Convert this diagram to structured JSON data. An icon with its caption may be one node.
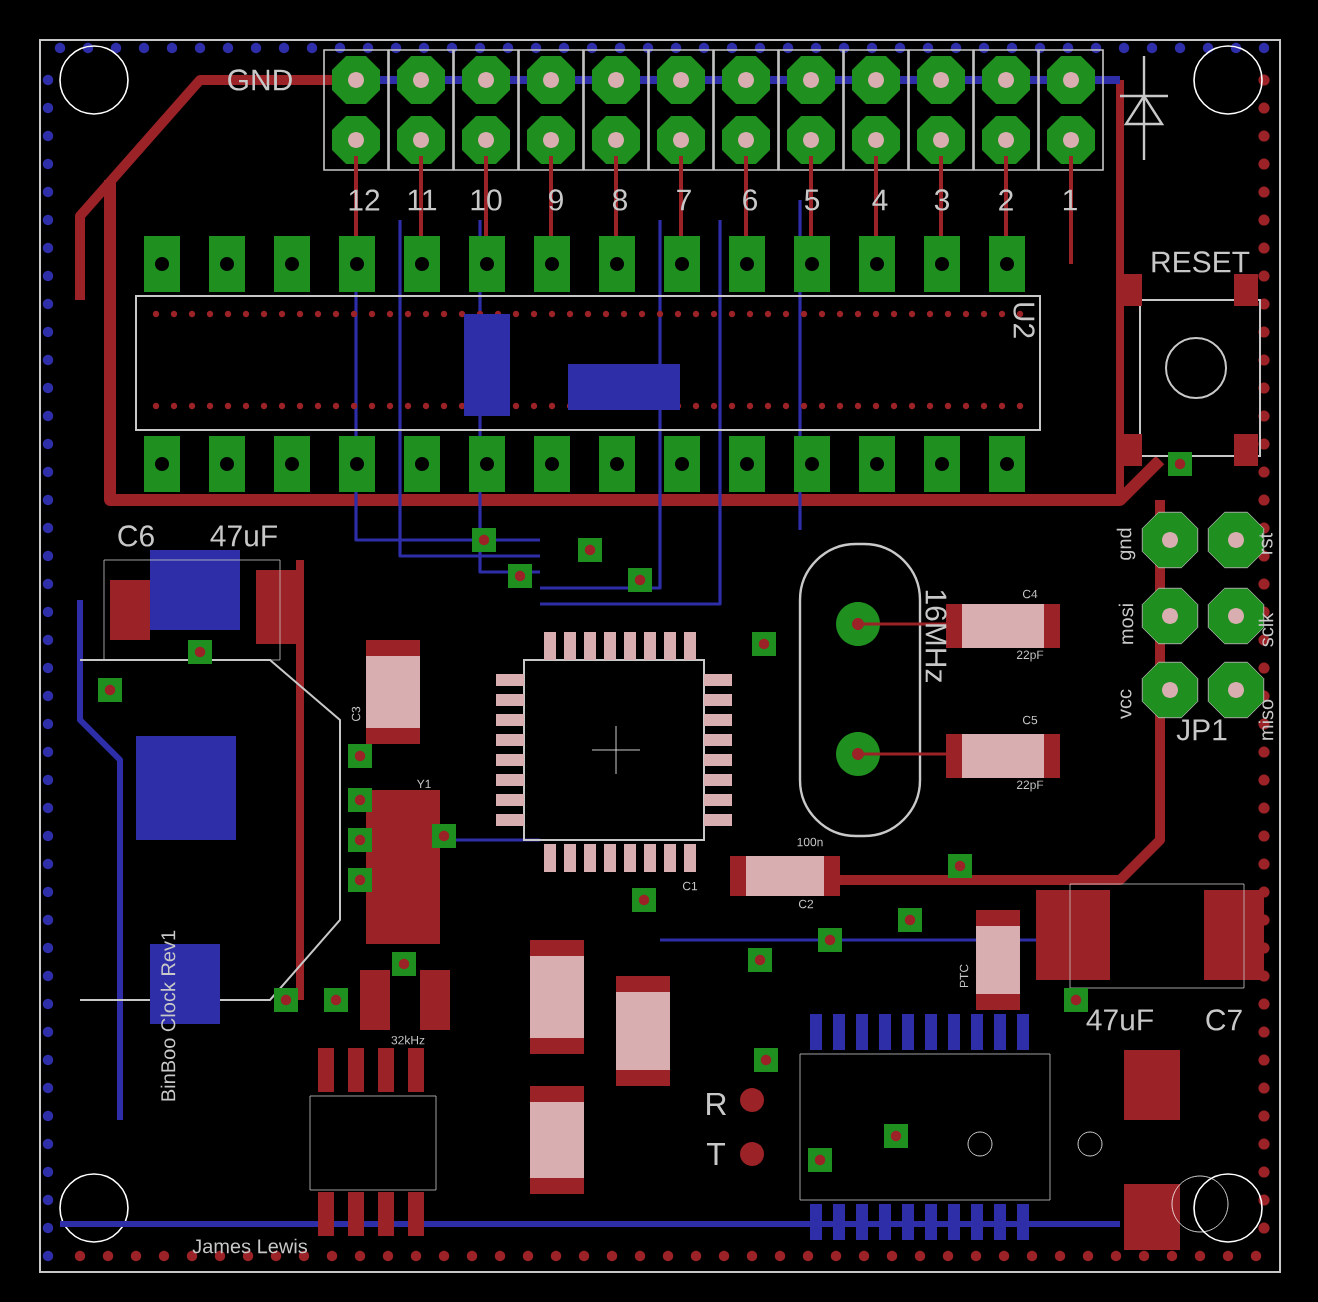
{
  "diagram": {
    "labels": [
      "GND",
      "12",
      "11",
      "10",
      "9",
      "8",
      "7",
      "6",
      "5",
      "4",
      "3",
      "2",
      "1",
      "RESET",
      "U2",
      "C6",
      "47uF",
      "C3",
      "Y1",
      "16MHz",
      "C4",
      "22pF",
      "C5",
      "22pF",
      "vcc",
      "mosi",
      "gnd",
      "rst",
      "sclk",
      "miso",
      "JP1",
      "100n",
      "C1",
      "C2",
      "PTC",
      "47uF",
      "C7",
      "32kHz",
      "R",
      "T",
      "BinBoo Clock Rev1",
      "James Lewis"
    ]
  }
}
